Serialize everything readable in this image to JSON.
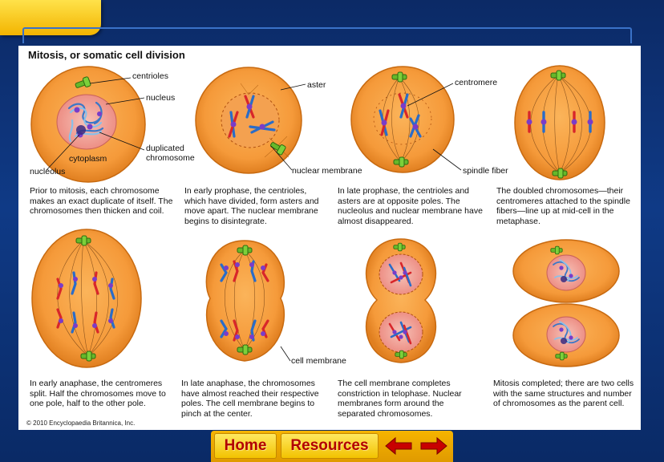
{
  "title": "Mitosis, or somatic cell division",
  "labels": {
    "centrioles": "centrioles",
    "nucleus": "nucleus",
    "duplicated_chromosome": "duplicated\nchromosome",
    "cytoplasm": "cytoplasm",
    "nucleolus": "nucleolus",
    "aster": "aster",
    "nuclear_membrane": "nuclear membrane",
    "centromere": "centromere",
    "spindle_fiber": "spindle fiber",
    "cell_membrane": "cell membrane"
  },
  "captions": [
    "Prior to mitosis, each chromosome makes an exact duplicate of itself. The chromosomes then thicken and coil.",
    "In early prophase, the centrioles, which have divided, form asters and move apart. The nuclear membrane begins to disintegrate.",
    "In late prophase, the centrioles and asters are at opposite poles. The nucleolus and nuclear membrane have almost disappeared.",
    "The doubled chromosomes—their centromeres attached to the spindle fibers—line up at mid-cell in the metaphase.",
    "In early anaphase, the centromeres split. Half the chromosomes move to one pole, half to the other pole.",
    "In late anaphase, the chromosomes have almost reached their respective poles. The cell membrane begins to pinch at the center.",
    "The cell membrane completes constriction in telophase. Nuclear membranes form around the separated chromosomes.",
    "Mitosis completed; there are two cells with the same structures and number of chromosomes as the parent cell."
  ],
  "copyright": "© 2010 Encyclopaedia Britannica, Inc.",
  "nav": {
    "home": "Home",
    "resources": "Resources"
  },
  "icons": {
    "back": "left-arrow-icon",
    "forward": "right-arrow-icon"
  },
  "colors": {
    "cell_fill": "#f59a3a",
    "nucleus_fill": "#f08a8a",
    "chromosome_red": "#d8262a",
    "chromosome_blue": "#2a6cc8",
    "centromere_purple": "#7a3cc8",
    "centriole_green": "#66b82a",
    "nav_text": "#b20000",
    "nav_bg": "#f2c200",
    "background": "#0f3a86"
  }
}
